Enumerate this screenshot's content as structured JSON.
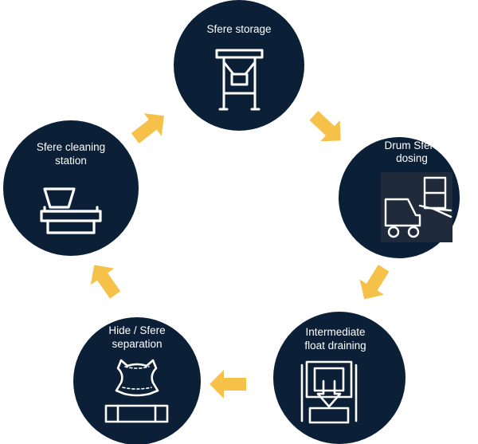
{
  "colors": {
    "node_fill": "#0b1f36",
    "arrow": "#f6c148",
    "text": "#ffffff"
  },
  "nodes": [
    {
      "id": "storage",
      "label_lines": [
        "Sfere storage"
      ],
      "icon": "hopper-icon"
    },
    {
      "id": "dosing",
      "label_lines": [
        "Drum Sfere",
        "dosing"
      ],
      "icon": "forklift-icon"
    },
    {
      "id": "draining",
      "label_lines": [
        "Intermediate",
        "float draining"
      ],
      "icon": "press-icon"
    },
    {
      "id": "separation",
      "label_lines": [
        "Hide / Sfere",
        "separation"
      ],
      "icon": "hide-icon"
    },
    {
      "id": "cleaning",
      "label_lines": [
        "Sfere cleaning",
        "station"
      ],
      "icon": "cleaning-machine-icon"
    }
  ],
  "flow": [
    [
      "storage",
      "dosing"
    ],
    [
      "dosing",
      "draining"
    ],
    [
      "draining",
      "separation"
    ],
    [
      "separation",
      "cleaning"
    ],
    [
      "cleaning",
      "storage"
    ]
  ]
}
